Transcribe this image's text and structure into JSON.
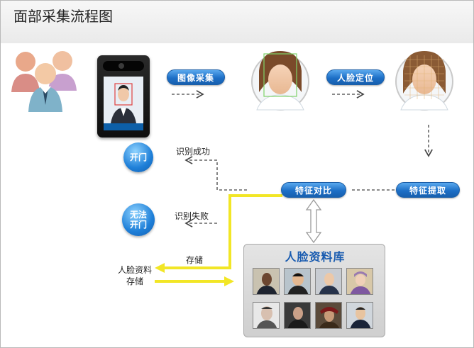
{
  "title": "面部采集流程图",
  "steps": {
    "capture": "图像采集",
    "locate": "人脸定位",
    "extract": "特征提取",
    "compare": "特征对比"
  },
  "outcomes": {
    "success_label": "识别成功",
    "fail_label": "识别失败",
    "open_door": "开门",
    "no_open_line1": "无法",
    "no_open_line2": "开门"
  },
  "storage": {
    "store_label": "存储",
    "profile_store_line1": "人脸资料",
    "profile_store_line2": "存储"
  },
  "library": {
    "title": "人脸资料库"
  },
  "colors": {
    "pill_blue": "#1d6fc6",
    "arrow_yellow": "#f2e626",
    "dashed": "#444444"
  }
}
